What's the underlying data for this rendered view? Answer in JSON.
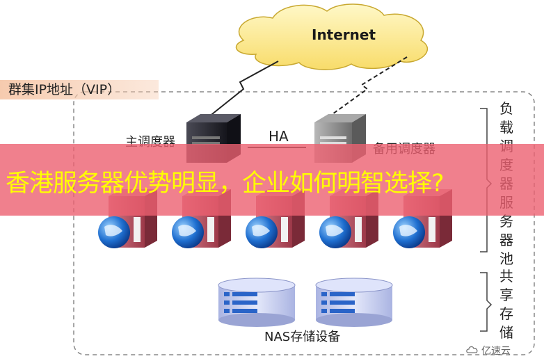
{
  "diagram": {
    "internet_label": "Internet",
    "vip_label": "群集IP地址（VIP）",
    "primary_scheduler_label": "主调度器",
    "backup_scheduler_label": "备用调度器",
    "ha_label": "HA",
    "nas_label": "NAS存储设备",
    "server_pool_label": [
      "负",
      "载",
      "调",
      "度",
      "器",
      "服",
      "务",
      "器",
      "池"
    ],
    "shared_storage_label": [
      "共",
      "享",
      "存",
      "储"
    ]
  },
  "banner": {
    "title": "香港服务器优势明显，企业如何明智选择?"
  },
  "watermark": {
    "text": "亿速云"
  },
  "colors": {
    "banner_bg": "#ec6070",
    "banner_text": "#ffff00",
    "vip_bg": "#f6c8aa",
    "cloud_fill": "#fde98a",
    "server_red": "#b5485a",
    "scheduler_dark": "#2a2a32",
    "scheduler_gray": "#8a8a8a",
    "nas_blue": "#cfd6f2"
  }
}
